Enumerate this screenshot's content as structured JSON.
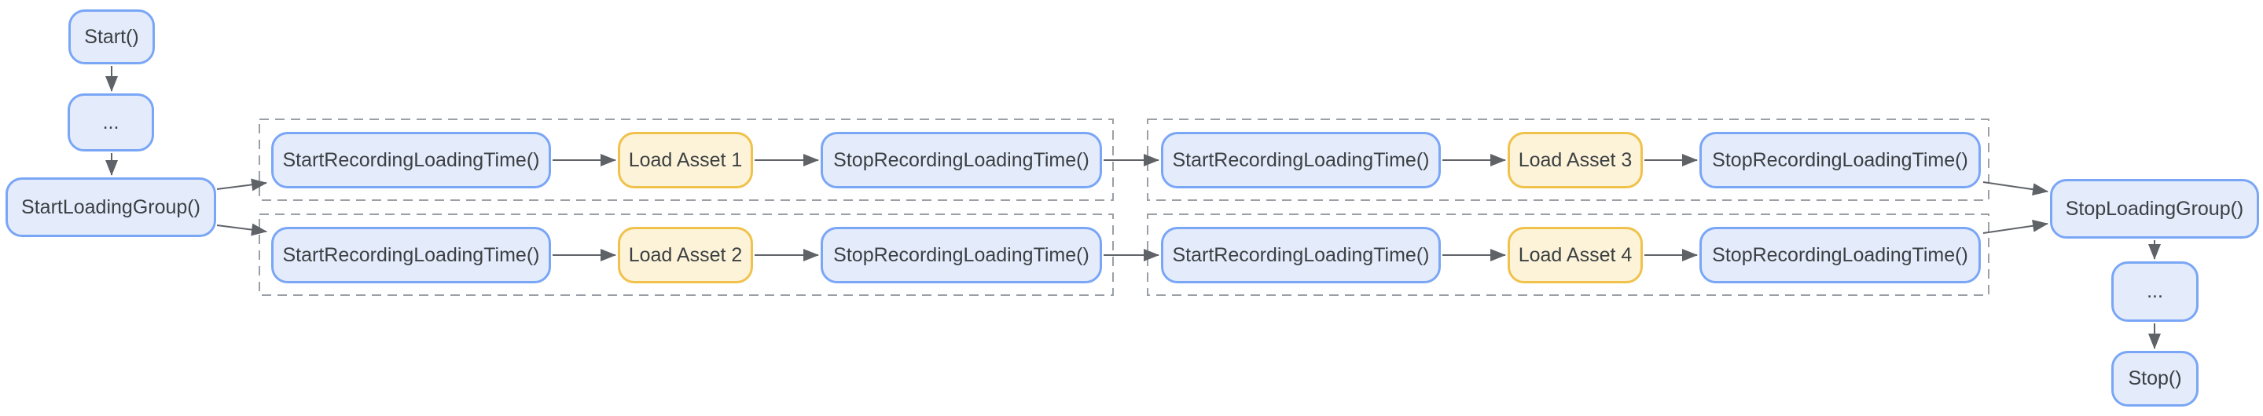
{
  "diagram": {
    "title": "loading-group flow diagram",
    "colors": {
      "background": "#ffffff",
      "blue_fill": "#e4ecfc",
      "blue_border": "#7aa6f6",
      "yellow_fill": "#fdf3d8",
      "yellow_border": "#f0c24c",
      "arrow_color": "#5f6368",
      "group_outline": "#9aa0a6",
      "text_color": "#3c4043"
    },
    "nodes": {
      "start": {
        "label": "Start()",
        "type": "blue"
      },
      "ellipsis_top": {
        "label": "...",
        "type": "blue"
      },
      "start_loading_group": {
        "label": "StartLoadingGroup()",
        "type": "blue"
      },
      "g1r1_start_rec": {
        "label": "StartRecordingLoadingTime()",
        "type": "blue"
      },
      "g1r1_load": {
        "label": "Load Asset 1",
        "type": "yellow"
      },
      "g1r1_stop_rec": {
        "label": "StopRecordingLoadingTime()",
        "type": "blue"
      },
      "g1r2_start_rec": {
        "label": "StartRecordingLoadingTime()",
        "type": "blue"
      },
      "g1r2_load": {
        "label": "Load Asset 2",
        "type": "yellow"
      },
      "g1r2_stop_rec": {
        "label": "StopRecordingLoadingTime()",
        "type": "blue"
      },
      "g2r1_start_rec": {
        "label": "StartRecordingLoadingTime()",
        "type": "blue"
      },
      "g2r1_load": {
        "label": "Load Asset 3",
        "type": "yellow"
      },
      "g2r1_stop_rec": {
        "label": "StopRecordingLoadingTime()",
        "type": "blue"
      },
      "g2r2_start_rec": {
        "label": "StartRecordingLoadingTime()",
        "type": "blue"
      },
      "g2r2_load": {
        "label": "Load Asset 4",
        "type": "yellow"
      },
      "g2r2_stop_rec": {
        "label": "StopRecordingLoadingTime()",
        "type": "blue"
      },
      "stop_loading_group": {
        "label": "StopLoadingGroup()",
        "type": "blue"
      },
      "ellipsis_bottom": {
        "label": "...",
        "type": "blue"
      },
      "stop": {
        "label": "Stop()",
        "type": "blue"
      }
    },
    "groups": [
      {
        "name": "dashed-group-left-row1",
        "members": [
          "g1r1_start_rec",
          "g1r1_load",
          "g1r1_stop_rec"
        ]
      },
      {
        "name": "dashed-group-left-row2",
        "members": [
          "g1r2_start_rec",
          "g1r2_load",
          "g1r2_stop_rec"
        ]
      },
      {
        "name": "dashed-group-right-row1",
        "members": [
          "g2r1_start_rec",
          "g2r1_load",
          "g2r1_stop_rec"
        ]
      },
      {
        "name": "dashed-group-right-row2",
        "members": [
          "g2r2_start_rec",
          "g2r2_load",
          "g2r2_stop_rec"
        ]
      }
    ],
    "edges": [
      {
        "from": "start",
        "to": "ellipsis_top"
      },
      {
        "from": "ellipsis_top",
        "to": "start_loading_group"
      },
      {
        "from": "start_loading_group",
        "to": "g1r1_start_rec"
      },
      {
        "from": "start_loading_group",
        "to": "g1r2_start_rec"
      },
      {
        "from": "g1r1_start_rec",
        "to": "g1r1_load"
      },
      {
        "from": "g1r1_load",
        "to": "g1r1_stop_rec"
      },
      {
        "from": "g1r1_stop_rec",
        "to": "g2r1_start_rec"
      },
      {
        "from": "g2r1_start_rec",
        "to": "g2r1_load"
      },
      {
        "from": "g2r1_load",
        "to": "g2r1_stop_rec"
      },
      {
        "from": "g2r1_stop_rec",
        "to": "stop_loading_group"
      },
      {
        "from": "g1r2_start_rec",
        "to": "g1r2_load"
      },
      {
        "from": "g1r2_load",
        "to": "g1r2_stop_rec"
      },
      {
        "from": "g1r2_stop_rec",
        "to": "g2r2_start_rec"
      },
      {
        "from": "g2r2_start_rec",
        "to": "g2r2_load"
      },
      {
        "from": "g2r2_load",
        "to": "g2r2_stop_rec"
      },
      {
        "from": "g2r2_stop_rec",
        "to": "stop_loading_group"
      },
      {
        "from": "stop_loading_group",
        "to": "ellipsis_bottom"
      },
      {
        "from": "ellipsis_bottom",
        "to": "stop"
      }
    ]
  }
}
